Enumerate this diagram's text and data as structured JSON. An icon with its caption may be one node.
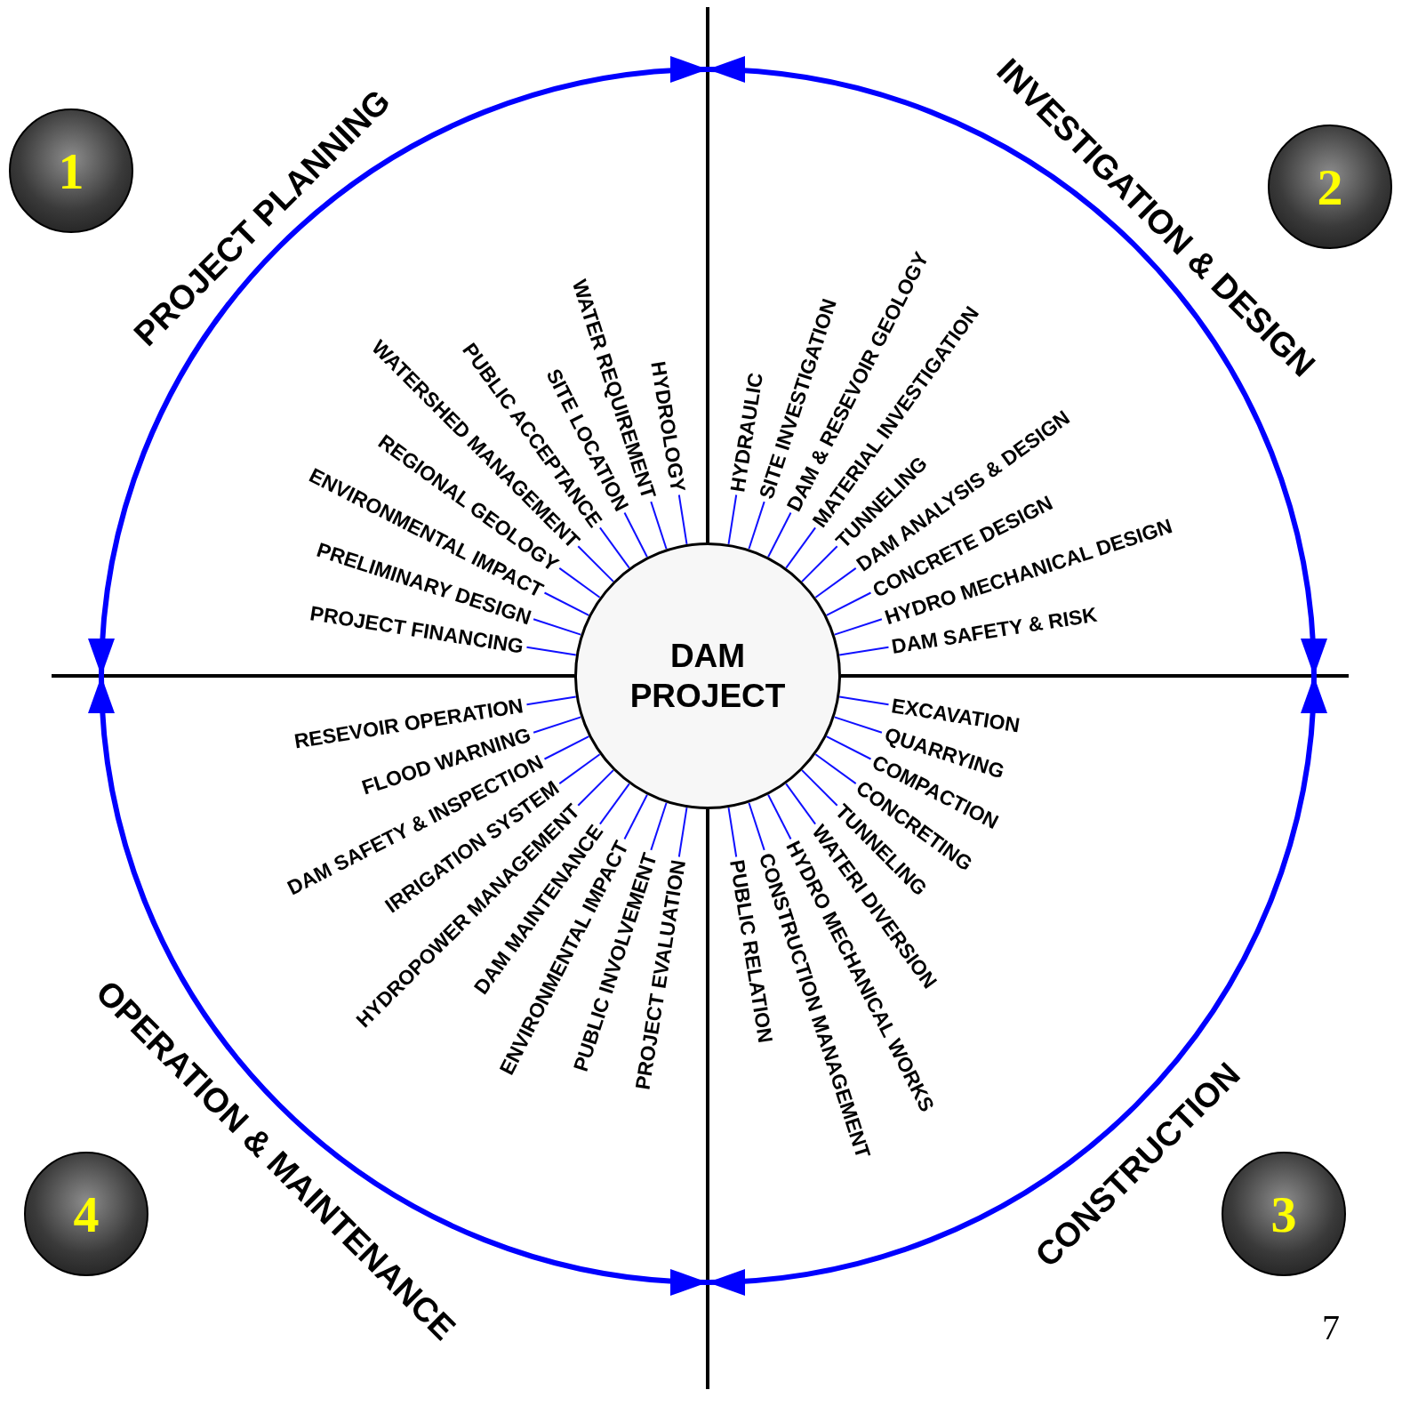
{
  "diagram": {
    "nodes": [
      {
        "text": [
          "DAM PROJECT"
        ]
      },
      {
        "text": [
          "HYDROLOGY"
        ]
      },
      {
        "text": [
          "WATER REQUIREMENT"
        ]
      },
      {
        "text": [
          "SITE LOCATION"
        ]
      },
      {
        "text": [
          "PUBLIC ACCEPTANCE"
        ]
      },
      {
        "text": [
          "WATERSHED MANAGEMENT"
        ]
      },
      {
        "text": [
          "REGIONAL GEOLOGY"
        ]
      },
      {
        "text": [
          "ENVIRONMENTAL IMPACT"
        ]
      },
      {
        "text": [
          "PRELIMINARY DESIGN"
        ]
      },
      {
        "text": [
          "PROJECT FINANCING"
        ]
      },
      {
        "text": [
          "HYDRAULIC"
        ]
      },
      {
        "text": [
          "SITE INVESTIGATION"
        ]
      },
      {
        "text": [
          "DAM & RESEVOIR GEOLOGY"
        ]
      },
      {
        "text": [
          "MATERIAL INVESTIGATION"
        ]
      },
      {
        "text": [
          "TUNNELING"
        ]
      },
      {
        "text": [
          "DAM ANALYSIS & DESIGN"
        ]
      },
      {
        "text": [
          "CONCRETE DESIGN"
        ]
      },
      {
        "text": [
          "HYDRO MECHANICAL DESIGN"
        ]
      },
      {
        "text": [
          "DAM SAFETY & RISK"
        ]
      },
      {
        "text": [
          "EXCAVATION"
        ]
      },
      {
        "text": [
          "QUARRYING"
        ]
      },
      {
        "text": [
          "COMPACTION"
        ]
      },
      {
        "text": [
          "CONCRETING"
        ]
      },
      {
        "text": [
          "TUNNELING"
        ]
      },
      {
        "text": [
          "WATERI DIVERSION"
        ]
      },
      {
        "text": [
          "HYDRO MECHANICAL WORKS"
        ]
      },
      {
        "text": [
          "CONSTRUCTION MANAGEMENT"
        ]
      },
      {
        "text": [
          "PUBLIC RELATION"
        ]
      },
      {
        "text": [
          "RESEVOIR OPERATION"
        ]
      },
      {
        "text": [
          "FLOOD WARNING"
        ]
      },
      {
        "text": [
          "DAM SAFETY & INSPECTION"
        ]
      },
      {
        "text": [
          "IRRIGATION SYSTEM"
        ]
      },
      {
        "text": [
          "HYDROPOWER MANAGEMENT"
        ]
      },
      {
        "text": [
          "DAM MAINTENANCE"
        ]
      },
      {
        "text": [
          "ENVIRONMENTAL IMPACT"
        ]
      },
      {
        "text": [
          "PUBLIC INVOLVEMENT"
        ]
      },
      {
        "text": [
          "PROJECT EVALUATION"
        ]
      },
      {
        "text": [
          "1"
        ]
      },
      {
        "text": [
          "2"
        ]
      },
      {
        "text": [
          "3"
        ]
      },
      {
        "text": [
          "4"
        ]
      }
    ],
    "edges": [
      {
        "from": 0,
        "to": 1,
        "arrow": "none"
      },
      {
        "from": 0,
        "to": 2,
        "arrow": "none"
      },
      {
        "from": 0,
        "to": 3,
        "arrow": "none"
      },
      {
        "from": 0,
        "to": 4,
        "arrow": "none"
      },
      {
        "from": 0,
        "to": 5,
        "arrow": "none"
      },
      {
        "from": 0,
        "to": 6,
        "arrow": "none"
      },
      {
        "from": 0,
        "to": 7,
        "arrow": "none"
      },
      {
        "from": 0,
        "to": 8,
        "arrow": "none"
      },
      {
        "from": 0,
        "to": 9,
        "arrow": "none"
      },
      {
        "from": 0,
        "to": 10,
        "arrow": "none"
      },
      {
        "from": 0,
        "to": 11,
        "arrow": "none"
      },
      {
        "from": 0,
        "to": 12,
        "arrow": "none"
      },
      {
        "from": 0,
        "to": 13,
        "arrow": "none"
      },
      {
        "from": 0,
        "to": 14,
        "arrow": "none"
      },
      {
        "from": 0,
        "to": 15,
        "arrow": "none"
      },
      {
        "from": 0,
        "to": 16,
        "arrow": "none"
      },
      {
        "from": 0,
        "to": 17,
        "arrow": "none"
      },
      {
        "from": 0,
        "to": 18,
        "arrow": "none"
      },
      {
        "from": 0,
        "to": 19,
        "arrow": "none"
      },
      {
        "from": 0,
        "to": 20,
        "arrow": "none"
      },
      {
        "from": 0,
        "to": 21,
        "arrow": "none"
      },
      {
        "from": 0,
        "to": 22,
        "arrow": "none"
      },
      {
        "from": 0,
        "to": 23,
        "arrow": "none"
      },
      {
        "from": 0,
        "to": 24,
        "arrow": "none"
      },
      {
        "from": 0,
        "to": 25,
        "arrow": "none"
      },
      {
        "from": 0,
        "to": 26,
        "arrow": "none"
      },
      {
        "from": 0,
        "to": 27,
        "arrow": "none"
      },
      {
        "from": 0,
        "to": 28,
        "arrow": "none"
      },
      {
        "from": 0,
        "to": 29,
        "arrow": "none"
      },
      {
        "from": 0,
        "to": 30,
        "arrow": "none"
      },
      {
        "from": 0,
        "to": 31,
        "arrow": "none"
      },
      {
        "from": 0,
        "to": 32,
        "arrow": "none"
      },
      {
        "from": 0,
        "to": 33,
        "arrow": "none"
      },
      {
        "from": 0,
        "to": 34,
        "arrow": "none"
      },
      {
        "from": 0,
        "to": 35,
        "arrow": "none"
      },
      {
        "from": 0,
        "to": 36,
        "arrow": "none"
      }
    ],
    "labels": [
      "PROJECT PLANNING",
      "INVESTIGATION & DESIGN",
      "CONSTRUCTION",
      "OPERATION & MAINTENANCE",
      "7"
    ]
  }
}
